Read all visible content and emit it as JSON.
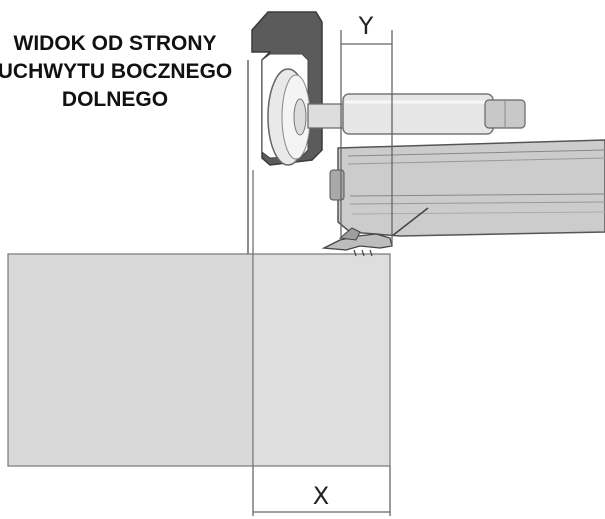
{
  "caption": {
    "line1": "WIDOK OD STRONY",
    "line2": "UCHWYTU BOCZNEGO",
    "line3": "DOLNEGO"
  },
  "dimensions": {
    "top_label": "Y",
    "bottom_label": "X"
  },
  "colors": {
    "panel_fill": "#d9d9d9",
    "outline": "#555555",
    "dark_cover": "#5b5b5b",
    "roller": "#ececec",
    "beam_fill": "#c9c9c9"
  }
}
